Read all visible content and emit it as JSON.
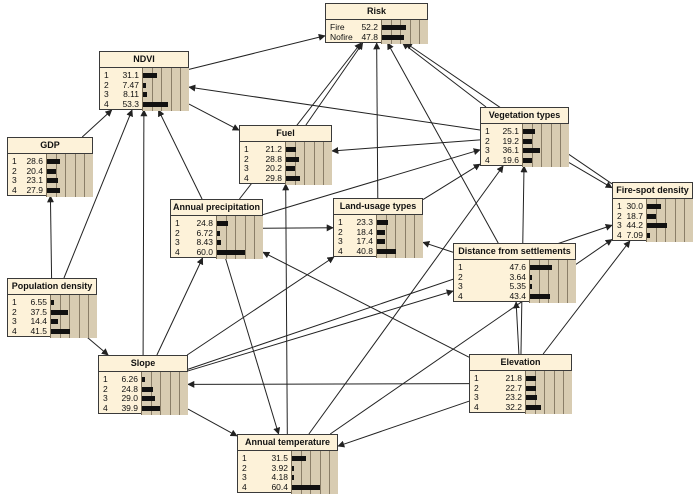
{
  "nodes": {
    "risk": {
      "title": "Risk",
      "states": [
        {
          "label": "Fire",
          "value": "52.2"
        },
        {
          "label": "Nofire",
          "value": "47.8"
        }
      ]
    },
    "ndvi": {
      "title": "NDVI",
      "states": [
        {
          "label": "1",
          "value": "31.1"
        },
        {
          "label": "2",
          "value": "7.47"
        },
        {
          "label": "3",
          "value": "8.11"
        },
        {
          "label": "4",
          "value": "53.3"
        }
      ]
    },
    "gdp": {
      "title": "GDP",
      "states": [
        {
          "label": "1",
          "value": "28.6"
        },
        {
          "label": "2",
          "value": "20.4"
        },
        {
          "label": "3",
          "value": "23.1"
        },
        {
          "label": "4",
          "value": "27.9"
        }
      ]
    },
    "fuel": {
      "title": "Fuel",
      "states": [
        {
          "label": "1",
          "value": "21.2"
        },
        {
          "label": "2",
          "value": "28.8"
        },
        {
          "label": "3",
          "value": "20.2"
        },
        {
          "label": "4",
          "value": "29.8"
        }
      ]
    },
    "vegetation_types": {
      "title": "Vegetation types",
      "states": [
        {
          "label": "1",
          "value": "25.1"
        },
        {
          "label": "2",
          "value": "19.2"
        },
        {
          "label": "3",
          "value": "36.1"
        },
        {
          "label": "4",
          "value": "19.6"
        }
      ]
    },
    "annual_precipitation": {
      "title": "Annual precipitation",
      "states": [
        {
          "label": "1",
          "value": "24.8"
        },
        {
          "label": "2",
          "value": "6.72"
        },
        {
          "label": "3",
          "value": "8.43"
        },
        {
          "label": "4",
          "value": "60.0"
        }
      ]
    },
    "land_usage_types": {
      "title": "Land-usage types",
      "states": [
        {
          "label": "1",
          "value": "23.3"
        },
        {
          "label": "2",
          "value": "18.4"
        },
        {
          "label": "3",
          "value": "17.4"
        },
        {
          "label": "4",
          "value": "40.8"
        }
      ]
    },
    "fire_spot_density": {
      "title": "Fire-spot density",
      "states": [
        {
          "label": "1",
          "value": "30.0"
        },
        {
          "label": "2",
          "value": "18.7"
        },
        {
          "label": "3",
          "value": "44.2"
        },
        {
          "label": "4",
          "value": "7.09"
        }
      ]
    },
    "distance_from_settlements": {
      "title": "Distance from settlements",
      "states": [
        {
          "label": "1",
          "value": "47.6"
        },
        {
          "label": "2",
          "value": "3.64"
        },
        {
          "label": "3",
          "value": "5.35"
        },
        {
          "label": "4",
          "value": "43.4"
        }
      ]
    },
    "population_density": {
      "title": "Population density",
      "states": [
        {
          "label": "1",
          "value": "6.55"
        },
        {
          "label": "2",
          "value": "37.5"
        },
        {
          "label": "3",
          "value": "14.4"
        },
        {
          "label": "4",
          "value": "41.5"
        }
      ]
    },
    "slope": {
      "title": "Slope",
      "states": [
        {
          "label": "1",
          "value": "6.26"
        },
        {
          "label": "2",
          "value": "24.8"
        },
        {
          "label": "3",
          "value": "29.0"
        },
        {
          "label": "4",
          "value": "39.9"
        }
      ]
    },
    "elevation": {
      "title": "Elevation",
      "states": [
        {
          "label": "1",
          "value": "21.8"
        },
        {
          "label": "2",
          "value": "22.7"
        },
        {
          "label": "3",
          "value": "23.2"
        },
        {
          "label": "4",
          "value": "32.2"
        }
      ]
    },
    "annual_temperature": {
      "title": "Annual temperature",
      "states": [
        {
          "label": "1",
          "value": "31.5"
        },
        {
          "label": "2",
          "value": "3.92"
        },
        {
          "label": "3",
          "value": "4.18"
        },
        {
          "label": "4",
          "value": "60.4"
        }
      ]
    }
  },
  "edges": [
    {
      "from": "ndvi",
      "to": "risk"
    },
    {
      "from": "fuel",
      "to": "risk"
    },
    {
      "from": "land_usage_types",
      "to": "risk"
    },
    {
      "from": "vegetation_types",
      "to": "risk"
    },
    {
      "from": "fire_spot_density",
      "to": "risk"
    },
    {
      "from": "distance_from_settlements",
      "to": "risk"
    },
    {
      "from": "annual_precipitation",
      "to": "risk"
    },
    {
      "from": "gdp",
      "to": "ndvi"
    },
    {
      "from": "population_density",
      "to": "ndvi"
    },
    {
      "from": "slope",
      "to": "ndvi"
    },
    {
      "from": "annual_precipitation",
      "to": "ndvi"
    },
    {
      "from": "vegetation_types",
      "to": "ndvi"
    },
    {
      "from": "ndvi",
      "to": "fuel"
    },
    {
      "from": "vegetation_types",
      "to": "fuel"
    },
    {
      "from": "annual_temperature",
      "to": "fuel"
    },
    {
      "from": "population_density",
      "to": "gdp"
    },
    {
      "from": "annual_precipitation",
      "to": "vegetation_types"
    },
    {
      "from": "land_usage_types",
      "to": "vegetation_types"
    },
    {
      "from": "vegetation_types",
      "to": "fire_spot_density"
    },
    {
      "from": "annual_temperature",
      "to": "vegetation_types"
    },
    {
      "from": "elevation",
      "to": "vegetation_types"
    },
    {
      "from": "annual_precipitation",
      "to": "land_usage_types"
    },
    {
      "from": "slope",
      "to": "land_usage_types"
    },
    {
      "from": "distance_from_settlements",
      "to": "land_usage_types"
    },
    {
      "from": "slope",
      "to": "annual_precipitation"
    },
    {
      "from": "annual_precipitation",
      "to": "annual_temperature"
    },
    {
      "from": "elevation",
      "to": "annual_precipitation"
    },
    {
      "from": "elevation",
      "to": "distance_from_settlements"
    },
    {
      "from": "slope",
      "to": "distance_from_settlements"
    },
    {
      "from": "elevation",
      "to": "fire_spot_density"
    },
    {
      "from": "annual_temperature",
      "to": "fire_spot_density"
    },
    {
      "from": "slope",
      "to": "fire_spot_density"
    },
    {
      "from": "population_density",
      "to": "slope"
    },
    {
      "from": "elevation",
      "to": "slope"
    },
    {
      "from": "slope",
      "to": "annual_temperature"
    },
    {
      "from": "elevation",
      "to": "annual_temperature"
    }
  ],
  "colors": {
    "node_fill": "#fdf2d9",
    "bar_panel": "#d8ccb2",
    "bar": "#111111",
    "edge": "#222222"
  }
}
